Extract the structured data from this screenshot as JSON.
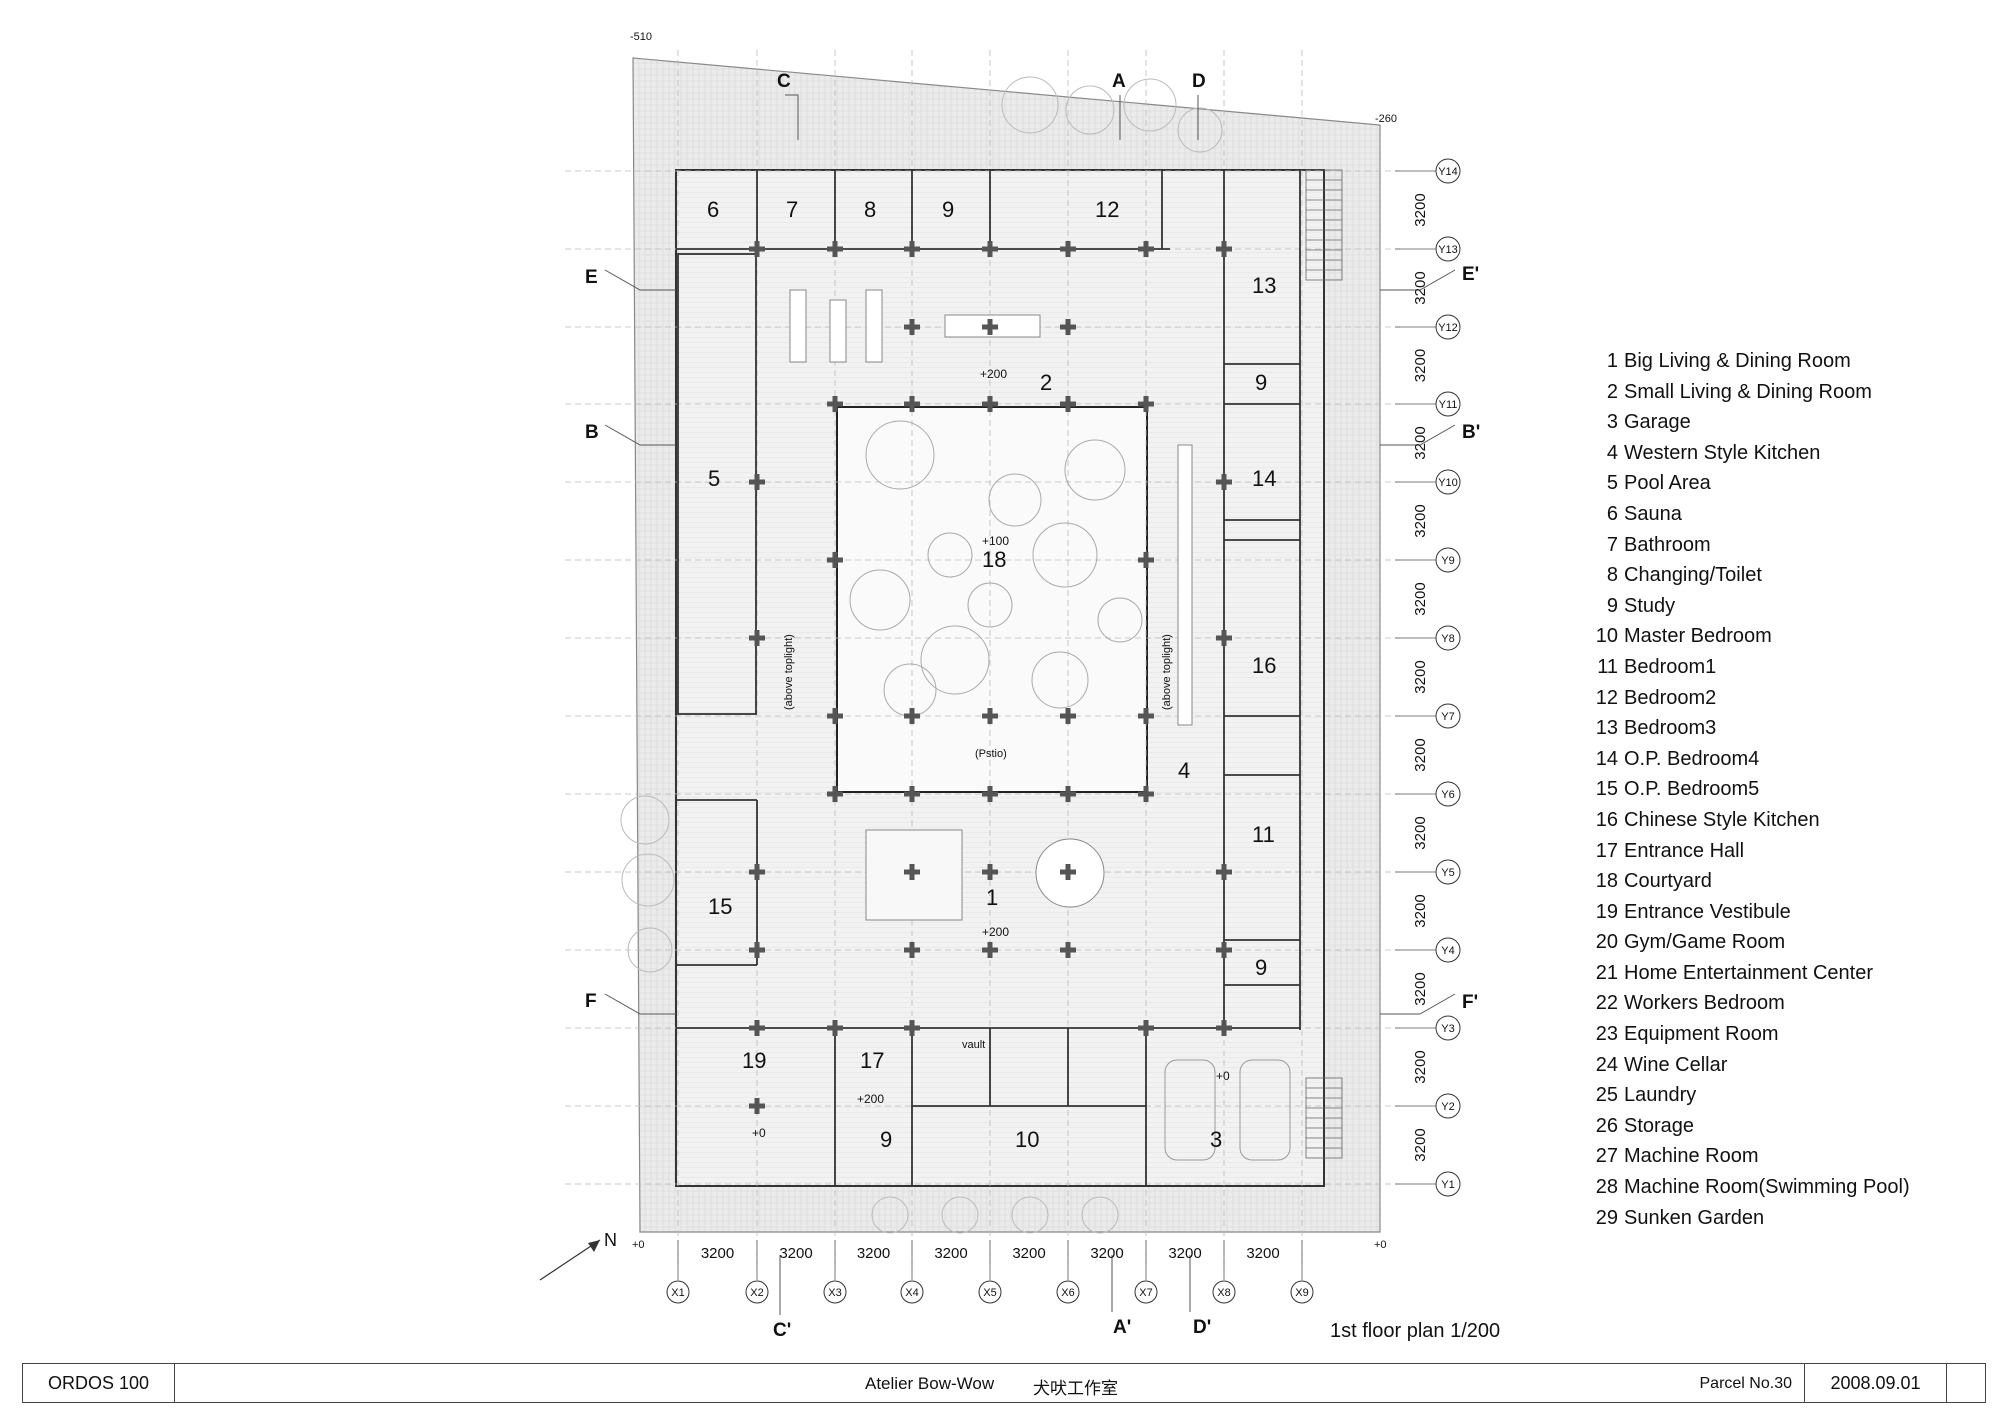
{
  "drawing": {
    "plan_title": "1st floor plan 1/200",
    "north_label": "N",
    "levels": {
      "site_top_left": "-510",
      "site_top_right": "-260",
      "site_bottom_left": "+0",
      "site_bottom_right": "+0",
      "living_2": "+200",
      "courtyard": "+100",
      "living_1": "+200",
      "entrance_hall": "+200",
      "vestibule": "+0",
      "garage": "+0"
    },
    "grid_x": [
      "X1",
      "X2",
      "X3",
      "X4",
      "X5",
      "X6",
      "X7",
      "X8",
      "X9"
    ],
    "grid_y": [
      "Y14",
      "Y13",
      "Y12",
      "Y11",
      "Y10",
      "Y9",
      "Y8",
      "Y7",
      "Y6",
      "Y5",
      "Y4",
      "Y3",
      "Y2",
      "Y1"
    ],
    "bay_dimension": "3200",
    "sections": {
      "C": "C",
      "A": "A",
      "D": "D",
      "E": "E",
      "B": "B",
      "F": "F",
      "E_prime": "E'",
      "B_prime": "B'",
      "F_prime": "F'",
      "C_prime": "C'",
      "A_prime": "A'",
      "D_prime": "D'"
    },
    "room_tags": {
      "r6": "6",
      "r7": "7",
      "r8": "8",
      "r9a": "9",
      "r12": "12",
      "r13": "13",
      "r9b": "9",
      "r2": "2",
      "r5": "5",
      "r14": "14",
      "r18": "18",
      "r16": "16",
      "r4": "4",
      "r11": "11",
      "r1": "1",
      "r15": "15",
      "r9c": "9",
      "r19": "19",
      "r17": "17",
      "r9d": "9",
      "r10": "10",
      "r3": "3"
    },
    "annotations": {
      "topright_left": "(above toplight)",
      "topright_right": "(above toplight)",
      "patio": "(Pstio)",
      "vault": "vault"
    }
  },
  "legend": [
    {
      "num": "1",
      "label": "Big Living & Dining Room"
    },
    {
      "num": "2",
      "label": "Small Living & Dining Room"
    },
    {
      "num": "3",
      "label": "Garage"
    },
    {
      "num": "4",
      "label": "Western Style Kitchen"
    },
    {
      "num": "5",
      "label": "Pool Area"
    },
    {
      "num": "6",
      "label": "Sauna"
    },
    {
      "num": "7",
      "label": "Bathroom"
    },
    {
      "num": "8",
      "label": "Changing/Toilet"
    },
    {
      "num": "9",
      "label": "Study"
    },
    {
      "num": "10",
      "label": "Master Bedroom"
    },
    {
      "num": "11",
      "label": "Bedroom1"
    },
    {
      "num": "12",
      "label": "Bedroom2"
    },
    {
      "num": "13",
      "label": "Bedroom3"
    },
    {
      "num": "14",
      "label": "O.P. Bedroom4"
    },
    {
      "num": "15",
      "label": "O.P. Bedroom5"
    },
    {
      "num": "16",
      "label": "Chinese Style Kitchen"
    },
    {
      "num": "17",
      "label": "Entrance Hall"
    },
    {
      "num": "18",
      "label": "Courtyard"
    },
    {
      "num": "19",
      "label": "Entrance Vestibule"
    },
    {
      "num": "20",
      "label": "Gym/Game Room"
    },
    {
      "num": "21",
      "label": "Home Entertainment Center"
    },
    {
      "num": "22",
      "label": "Workers Bedroom"
    },
    {
      "num": "23",
      "label": "Equipment Room"
    },
    {
      "num": "24",
      "label": "Wine Cellar"
    },
    {
      "num": "25",
      "label": "Laundry"
    },
    {
      "num": "26",
      "label": "Storage"
    },
    {
      "num": "27",
      "label": "Machine Room"
    },
    {
      "num": "28",
      "label": "Machine Room(Swimming Pool)"
    },
    {
      "num": "29",
      "label": "Sunken Garden"
    }
  ],
  "title_block": {
    "project": "ORDOS 100",
    "firm": "Atelier Bow-Wow",
    "firm_cn": "犬吠工作室",
    "parcel": "Parcel No.30",
    "date": "2008.09.01"
  }
}
